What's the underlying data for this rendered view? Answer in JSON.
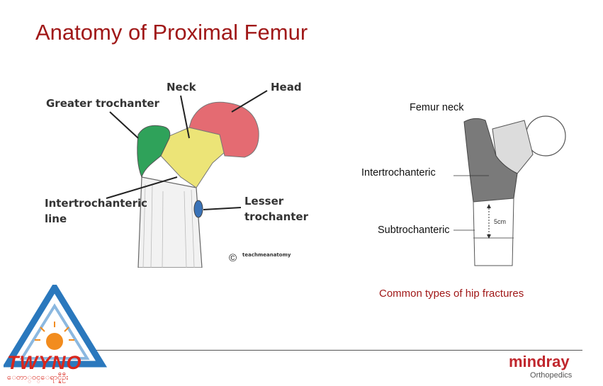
{
  "slide": {
    "title": "Anatomy of Proximal Femur"
  },
  "left_figure": {
    "labels": {
      "neck": "Neck",
      "head": "Head",
      "greater_trochanter": "Greater trochanter",
      "intertrochanteric_line_1": "Intertrochanteric",
      "intertrochanteric_line_2": "line",
      "lesser_trochanter_1": "Lesser",
      "lesser_trochanter_2": "trochanter"
    },
    "credit": "teachmeanatomy",
    "region_colors": {
      "head": "#e46b72",
      "neck": "#ece477",
      "greater_trochanter": "#2fa25a",
      "lesser_trochanter": "#3a73b8"
    }
  },
  "right_figure": {
    "labels": {
      "femur_neck": "Femur  neck",
      "intertrochanteric": "Intertrochanteric",
      "subtrochanteric": "Subtrochanteric",
      "measurement": "5cm"
    },
    "caption": "Common types of hip fractures"
  },
  "footer": {
    "left_logo_text": "TWYNO",
    "left_logo_subtext": "ေတာ္ဝင္ေရာင္နီဦး",
    "right_logo_text": "mindray",
    "right_logo_subtext": "Orthopedics"
  }
}
